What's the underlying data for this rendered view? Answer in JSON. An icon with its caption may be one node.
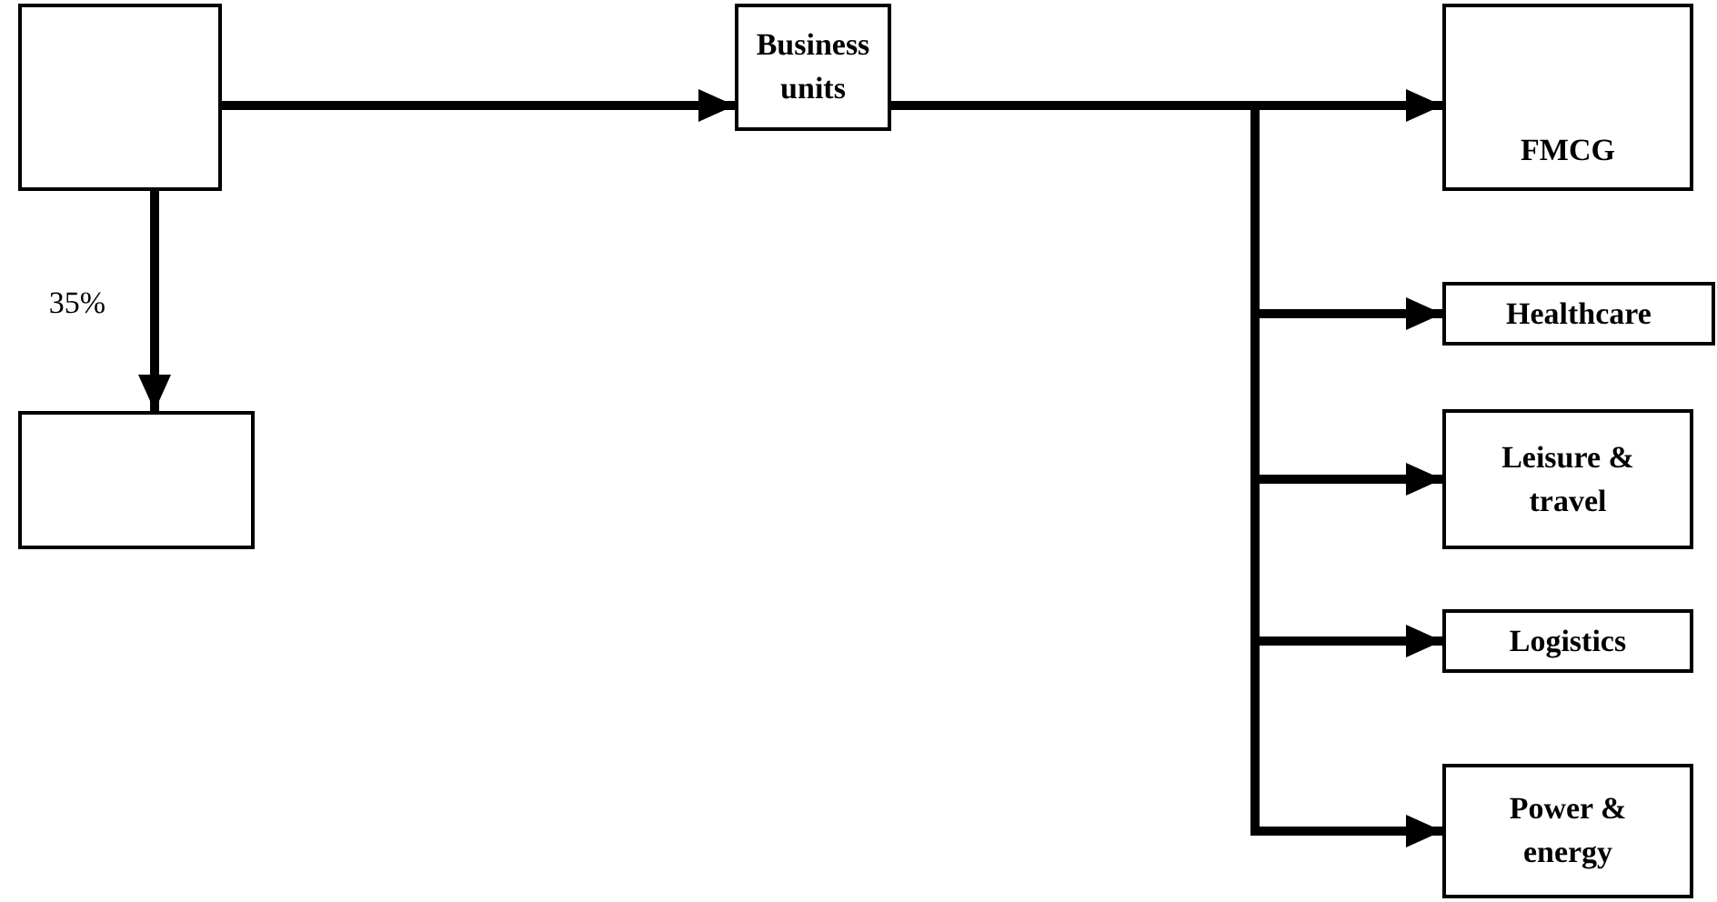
{
  "diagram": {
    "nodes": [
      {
        "text": [],
        "shape": "box"
      },
      {
        "text": [
          "Business units"
        ]
      },
      {
        "text": [
          "FMCG"
        ]
      },
      {
        "text": [
          "Healthcare"
        ]
      },
      {
        "text": [],
        "shape": "box"
      },
      {
        "text": [
          "Leisure & travel"
        ]
      },
      {
        "text": [
          "Logistics"
        ]
      },
      {
        "text": [
          "Power & energy"
        ]
      }
    ],
    "edges": [
      {
        "from": 0,
        "to": 1,
        "arrow": "to"
      },
      {
        "from": 0,
        "to": 4,
        "arrow": "to",
        "label": "35%"
      },
      {
        "from": 1,
        "to": 2,
        "arrow": "to"
      },
      {
        "from": 1,
        "to": 3,
        "arrow": "to"
      },
      {
        "from": 1,
        "to": 5,
        "arrow": "to"
      },
      {
        "from": 1,
        "to": 6,
        "arrow": "to"
      },
      {
        "from": 1,
        "to": 7,
        "arrow": "to"
      }
    ]
  }
}
